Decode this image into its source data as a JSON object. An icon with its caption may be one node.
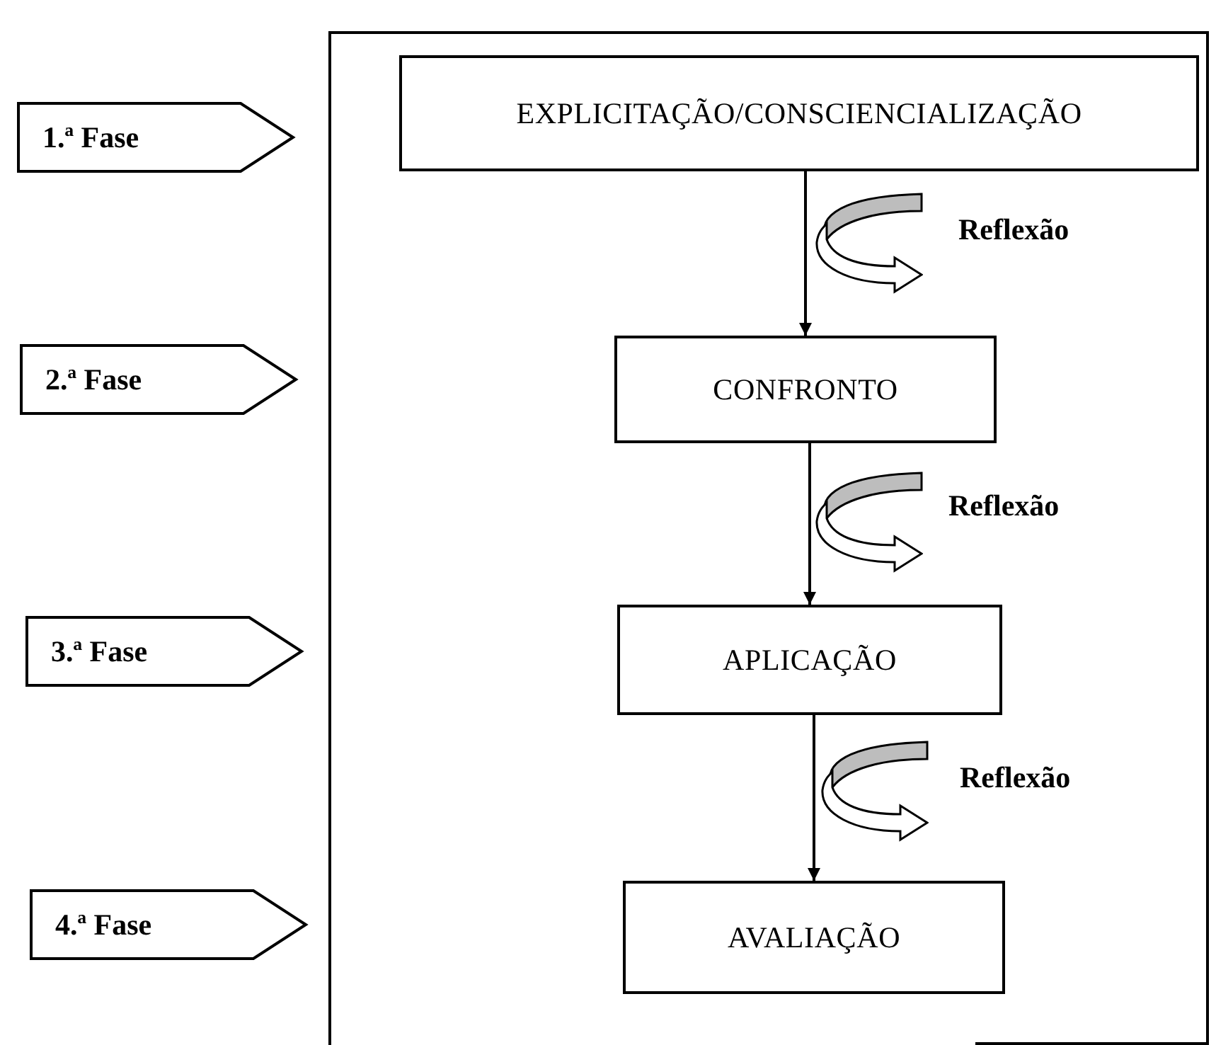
{
  "diagram": {
    "nodes": [
      {
        "text": [
          "1.ª Fase"
        ]
      },
      {
        "text": [
          "2.ª Fase"
        ]
      },
      {
        "text": [
          "3.ª Fase"
        ]
      },
      {
        "text": [
          "4.ª Fase"
        ]
      },
      {
        "text": [],
        "shape": "box"
      },
      {
        "text": [
          "EXPLICITAÇÃO/CONSCIENCIALIZAÇÃO"
        ],
        "in": 4
      },
      {
        "text": [
          "CONFRONTO"
        ],
        "in": 4
      },
      {
        "text": [
          "APLICAÇÃO"
        ],
        "in": 4
      },
      {
        "text": [
          "AVALIAÇÃO"
        ],
        "in": 4
      }
    ],
    "edges": [
      {
        "from": 5,
        "to": 6,
        "arrow": "to"
      },
      {
        "from": 6,
        "to": 7,
        "arrow": "to"
      },
      {
        "from": 7,
        "to": 8,
        "arrow": "to"
      }
    ],
    "labels": [
      "Reflexão",
      "Reflexão",
      "Reflexão"
    ]
  }
}
